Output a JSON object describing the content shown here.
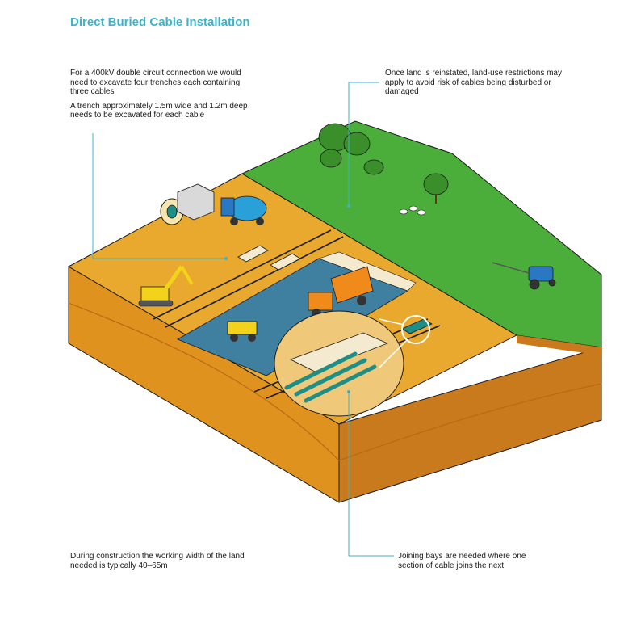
{
  "title": "Direct Buried Cable Installation",
  "notes": {
    "trenches": "For a 400kV double circuit connection we would need to excavate four trenches each containing three cables",
    "trench_size": "A trench approximately 1.5m wide and 1.2m deep needs to be excavated for each cable",
    "land_use": "Once land is reinstated, land-use restrictions may apply to avoid risk of cables being disturbed or damaged",
    "working_width": "During construction the working width of the land needed is typically 40–65m",
    "joining_bays": "Joining bays are needed where one section of cable joins the next"
  },
  "colors": {
    "title": "#3bb4c9",
    "leader": "#3bb4c9",
    "grass": "#4cae3a",
    "soil_top": "#e8a92e",
    "soil_side": "#c97a1d",
    "soil_front": "#e0921f",
    "water": "#3f7fa0",
    "cable": "#1e8f86"
  }
}
